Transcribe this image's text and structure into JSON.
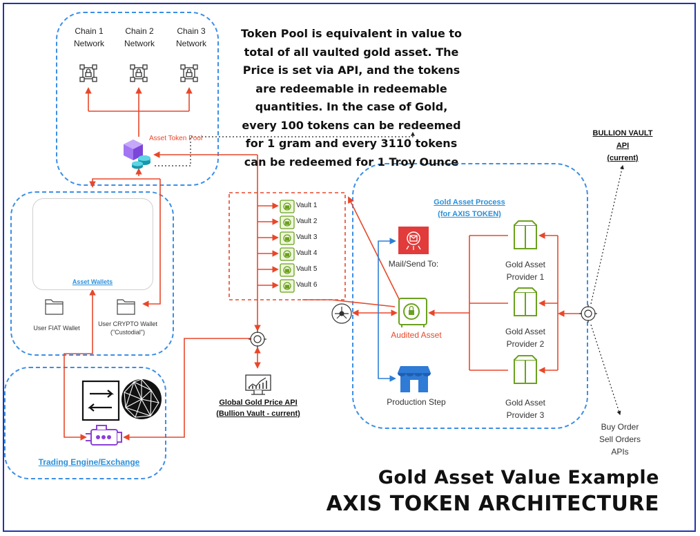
{
  "title": {
    "line1": "Gold Asset Value Example",
    "line2": "AXIS TOKEN ARCHITECTURE"
  },
  "networks": [
    {
      "line1": "Chain 1",
      "line2": "Network"
    },
    {
      "line1": "Chain 2",
      "line2": "Network"
    },
    {
      "line1": "Chain 3",
      "line2": "Network"
    }
  ],
  "asset_token_pool_label": "Asset Token Pool",
  "note": "Token Pool is equivalent in value to total of all vaulted gold asset.  The Price is set via API, and the tokens are redeemable in redeemable quantities.  In the case of Gold, every 100 tokens can be redeemed for 1 gram and every 3110 tokens can be redeemed for 1 Troy Ounce",
  "wallets": {
    "asset_wallets_label": "Asset Wallets",
    "fiat_label": "User FIAT Wallet",
    "crypto_label_line1": "User CRYPTO Wallet",
    "crypto_label_line2": "(\"Custodial\")"
  },
  "vaults": [
    "Vault 1",
    "Vault 2",
    "Vault 3",
    "Vault 4",
    "Vault 5",
    "Vault 6"
  ],
  "gold_process": {
    "title_line1": "Gold Asset Process",
    "title_line2": "(for AXIS TOKEN)",
    "mail_label": "Mail/Send To:",
    "audited_label": "Audited Asset",
    "production_label": "Production Step",
    "providers": [
      {
        "line1": "Gold Asset",
        "line2": "Provider 1"
      },
      {
        "line1": "Gold Asset",
        "line2": "Provider 2"
      },
      {
        "line1": "Gold Asset",
        "line2": "Provider 3"
      }
    ]
  },
  "bullion_vault_api": {
    "line1": "BULLION VAULT",
    "line2": "API",
    "line3": "(current)"
  },
  "orders_api": {
    "line1": "Buy Order",
    "line2": "Sell Orders",
    "line3": "APIs"
  },
  "global_price_api": {
    "line1": "Global Gold Price API",
    "line2": "(Bullion Vault - current)"
  },
  "trading_engine_label": "Trading Engine/Exchange",
  "colors": {
    "connector": "#e8472a",
    "region_border": "#3a8ee6",
    "provider_green": "#6aa11d",
    "mail_red": "#e23b3b",
    "store_blue": "#2f7bd6",
    "engine_purple": "#8c3fd8",
    "pool_purple": "#8b5cf6",
    "pool_teal": "#22b8cf"
  }
}
